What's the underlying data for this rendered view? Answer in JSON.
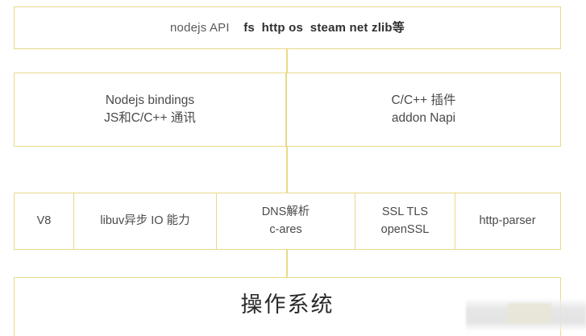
{
  "diagram": {
    "title": "Node.js architecture layers",
    "accent_color": "#e8d98a",
    "text_color": "#4a4a4a",
    "background_color": "#ffffff"
  },
  "layer_api": {
    "label": "nodejs API",
    "separator": "    ",
    "modules": "fs  http os  steam net zlib等"
  },
  "layer_bindings": {
    "left": {
      "line1": "Nodejs bindings",
      "line2": "JS和C/C++ 通讯"
    },
    "right": {
      "line1": "C/C++ 插件",
      "line2": "addon  Napi"
    }
  },
  "layer_deps": {
    "cells": [
      {
        "line1": "V8",
        "line2": ""
      },
      {
        "line1": "libuv异步 IO 能力",
        "line2": ""
      },
      {
        "line1": "DNS解析",
        "line2": "c-ares"
      },
      {
        "line1": "SSL TLS",
        "line2": "openSSL"
      },
      {
        "line1": "http-parser",
        "line2": ""
      }
    ]
  },
  "layer_os": {
    "label": "操作系统"
  }
}
